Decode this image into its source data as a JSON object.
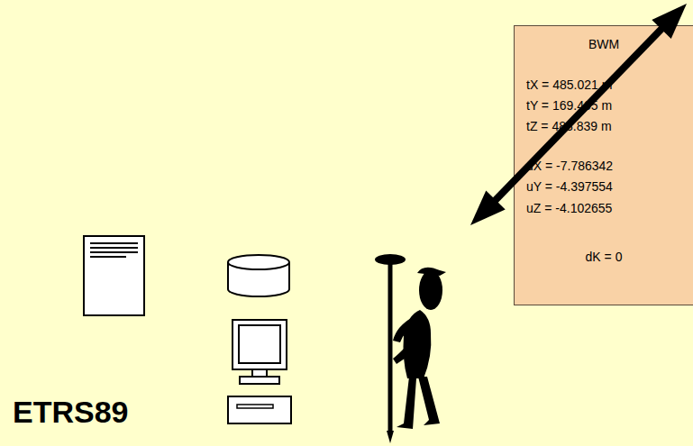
{
  "diagram": {
    "nodes": [
      {
        "text": [
          "BWM",
          "tX = 485.021 m",
          "tY = 169.465 m",
          "tZ = 483.839 m",
          "uX = -7.786342",
          "uY = -4.397554",
          "uZ = -4.102655",
          "dK = 0"
        ]
      }
    ],
    "labels": [
      "ETRS89"
    ]
  }
}
